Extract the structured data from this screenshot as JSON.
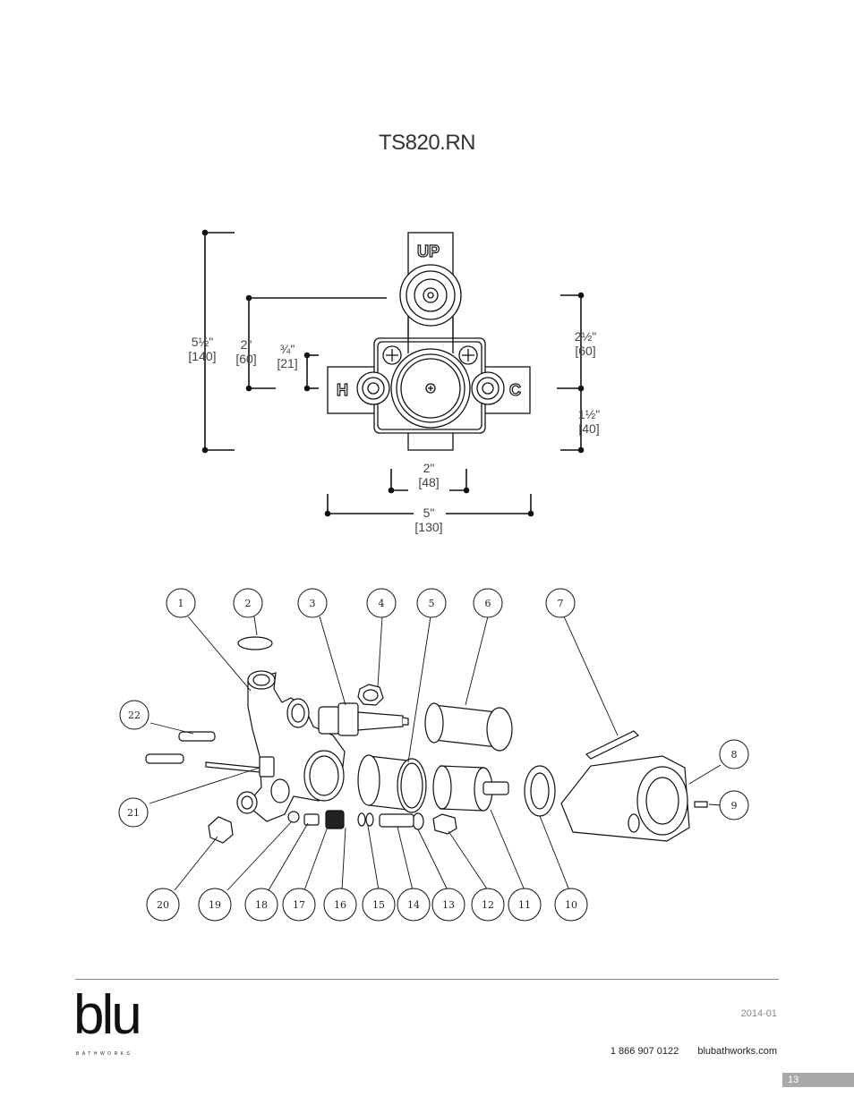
{
  "header": {
    "title": "TS820.RN"
  },
  "dimensions": {
    "overall_height": {
      "in": "5½\"",
      "mm": "[140]"
    },
    "up_to_center": {
      "in": "2\"",
      "mm": "[60]"
    },
    "center_offset": {
      "in": "¾\"",
      "mm": "[21]"
    },
    "right_top": {
      "in": "2½\"",
      "mm": "[60]"
    },
    "right_bottom": {
      "in": "1½\"",
      "mm": "[40]"
    },
    "inner_width": {
      "in": "2\"",
      "mm": "[48]"
    },
    "overall_width": {
      "in": "5\"",
      "mm": "[130]"
    }
  },
  "port_labels": {
    "up": "UP",
    "hot": "H",
    "cold": "C"
  },
  "parts": [
    "1",
    "2",
    "3",
    "4",
    "5",
    "6",
    "7",
    "8",
    "9",
    "10",
    "11",
    "12",
    "13",
    "14",
    "15",
    "16",
    "17",
    "18",
    "19",
    "20",
    "21",
    "22"
  ],
  "footer": {
    "brand": "blu",
    "brand_sub": "BATHWORKS",
    "date": "2014-01",
    "phone": "1 866 907 0122",
    "website": "blubathworks.com",
    "page_number": "13"
  }
}
